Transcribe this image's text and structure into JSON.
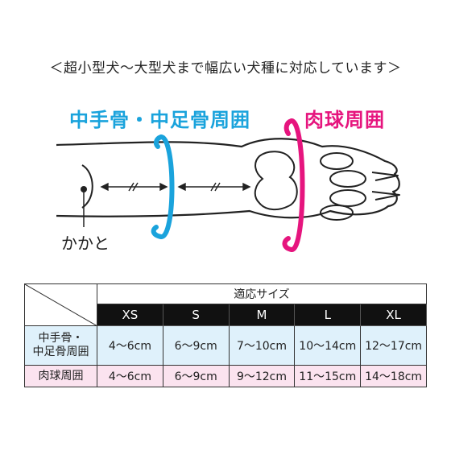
{
  "headline": "＜超小型犬〜大型犬まで幅広い犬種に対応しています＞",
  "labels": {
    "metacarpal": "中手骨・中足骨周囲",
    "pad": "肉球周囲",
    "heel": "かかと"
  },
  "colors": {
    "cyan": "#1aa3dc",
    "pink": "#e6157e",
    "header_bg": "#111111",
    "row_cyan_bg": "#dff1fb",
    "row_pink_bg": "#fbe3ef"
  },
  "table": {
    "group_header": "適応サイズ",
    "sizes": [
      "XS",
      "S",
      "M",
      "L",
      "XL"
    ],
    "rows": [
      {
        "label_line1": "中手骨・",
        "label_line2": "中足骨周囲",
        "values": [
          "4〜6cm",
          "6〜9cm",
          "7〜10cm",
          "10〜14cm",
          "12〜17cm"
        ]
      },
      {
        "label_line1": "肉球周囲",
        "label_line2": "",
        "values": [
          "4〜6cm",
          "6〜9cm",
          "9〜12cm",
          "11〜15cm",
          "14〜18cm"
        ]
      }
    ]
  }
}
